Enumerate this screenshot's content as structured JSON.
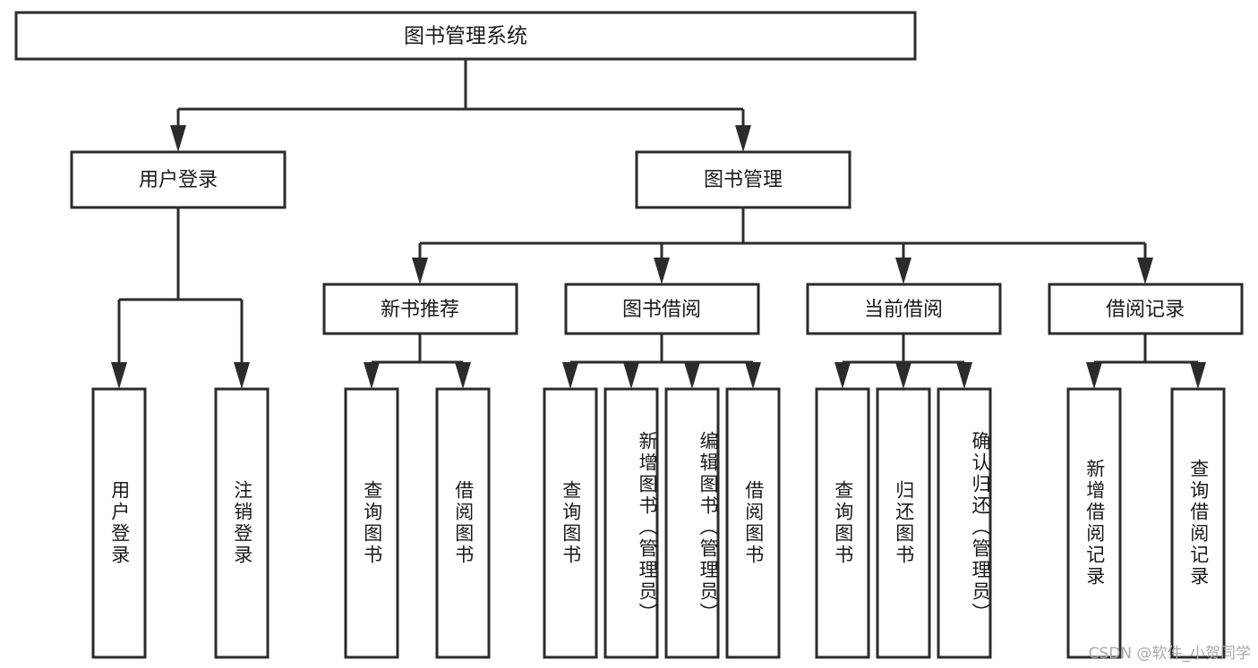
{
  "diagram": {
    "title": "图书管理系统",
    "watermark": "CSDN @软件_小贺同学",
    "colors": {
      "background": "#ffffff",
      "stroke": "#2b2b2b",
      "box_fill": "#ffffff",
      "text": "#1a1a1a",
      "watermark": "#a9a9a9"
    },
    "root": {
      "label": "图书管理系统"
    },
    "level2": [
      {
        "label": "用户登录"
      },
      {
        "label": "图书管理"
      }
    ],
    "level3": [
      {
        "label": "新书推荐"
      },
      {
        "label": "图书借阅"
      },
      {
        "label": "当前借阅"
      },
      {
        "label": "借阅记录"
      }
    ],
    "leaves": {
      "user_login": [
        {
          "label": "用户登录"
        },
        {
          "label": "注销登录"
        }
      ],
      "new_book_recommend": [
        {
          "label": "查询图书"
        },
        {
          "label": "借阅图书"
        }
      ],
      "book_borrow": [
        {
          "label": "查询图书"
        },
        {
          "label": "新增图书（管理员）"
        },
        {
          "label": "编辑图书（管理员）"
        },
        {
          "label": "借阅图书"
        }
      ],
      "current_borrow": [
        {
          "label": "查询图书"
        },
        {
          "label": "归还图书"
        },
        {
          "label": "确认归还（管理员）"
        }
      ],
      "borrow_record": [
        {
          "label": "新增借阅记录"
        },
        {
          "label": "查询借阅记录"
        }
      ]
    }
  }
}
